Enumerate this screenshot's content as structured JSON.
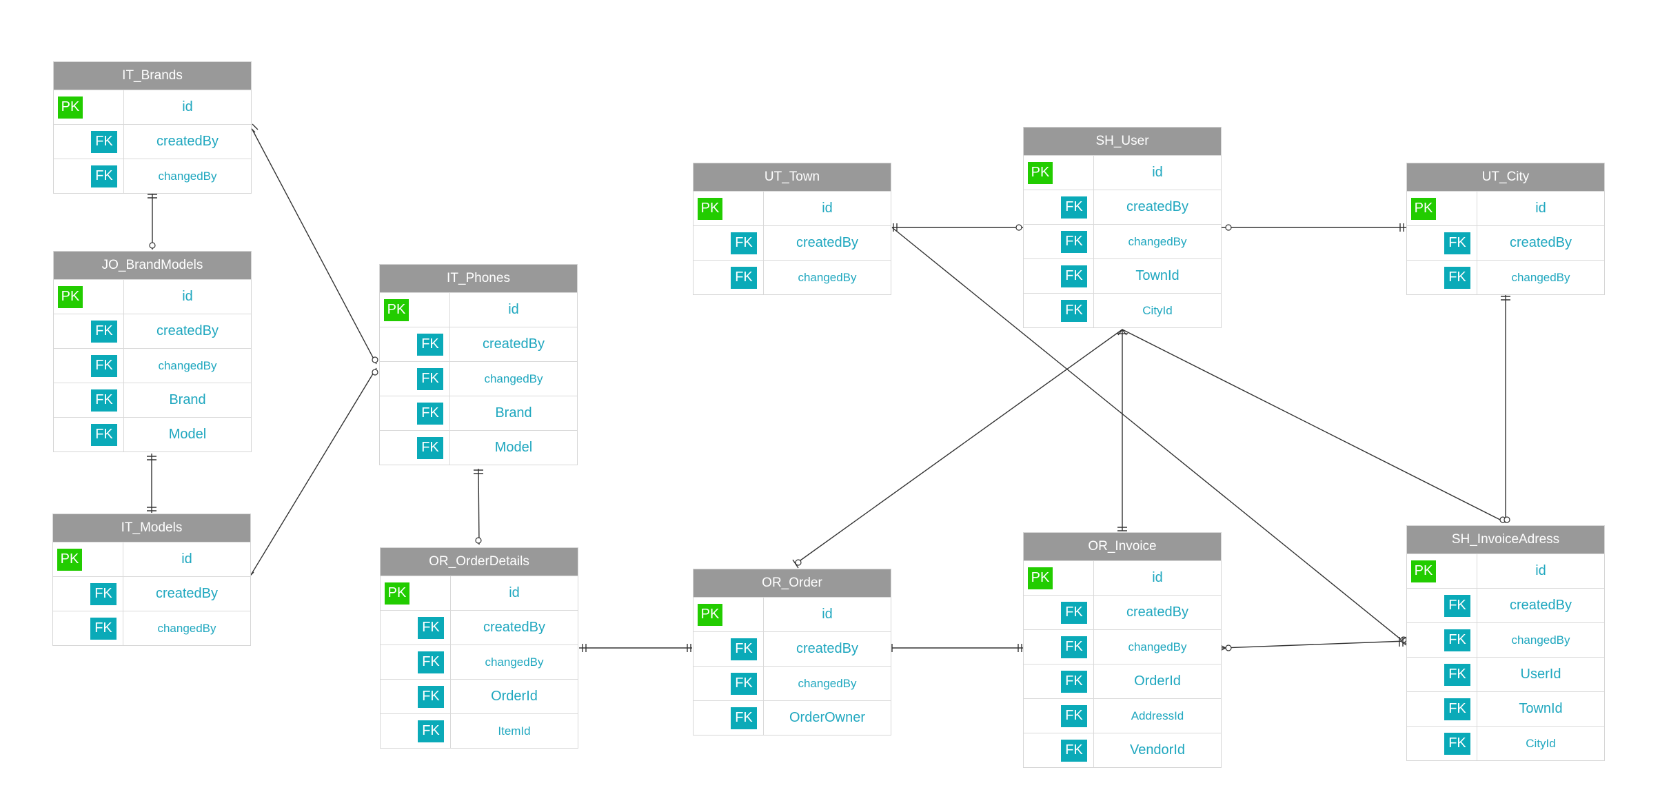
{
  "key_labels": {
    "pk": "PK",
    "fk": "FK"
  },
  "colors": {
    "header": "#999999",
    "pk": "#22cc00",
    "fk": "#0aaab8",
    "field_text": "#1fa7bf",
    "line": "#333333"
  },
  "tables": {
    "it_brands": {
      "name": "IT_Brands",
      "fields": [
        "id",
        "createdBy",
        "changedBy"
      ]
    },
    "jo_brandmodels": {
      "name": "JO_BrandModels",
      "fields": [
        "id",
        "createdBy",
        "changedBy",
        "Brand",
        "Model"
      ]
    },
    "it_models": {
      "name": "IT_Models",
      "fields": [
        "id",
        "createdBy",
        "changedBy"
      ]
    },
    "it_phones": {
      "name": "IT_Phones",
      "fields": [
        "id",
        "createdBy",
        "changedBy",
        "Brand",
        "Model"
      ]
    },
    "or_orderdetails": {
      "name": "OR_OrderDetails",
      "fields": [
        "id",
        "createdBy",
        "changedBy",
        "OrderId",
        "ItemId"
      ]
    },
    "ut_town": {
      "name": "UT_Town",
      "fields": [
        "id",
        "createdBy",
        "changedBy"
      ]
    },
    "or_order": {
      "name": "OR_Order",
      "fields": [
        "id",
        "createdBy",
        "changedBy",
        "OrderOwner"
      ]
    },
    "sh_user": {
      "name": "SH_User",
      "fields": [
        "id",
        "createdBy",
        "changedBy",
        "TownId",
        "CityId"
      ]
    },
    "or_invoice": {
      "name": "OR_Invoice",
      "fields": [
        "id",
        "createdBy",
        "changedBy",
        "OrderId",
        "AddressId",
        "VendorId"
      ]
    },
    "ut_city": {
      "name": "UT_City",
      "fields": [
        "id",
        "createdBy",
        "changedBy"
      ]
    },
    "sh_invoiceadress": {
      "name": "SH_InvoiceAdress",
      "fields": [
        "id",
        "createdBy",
        "changedBy",
        "UserId",
        "TownId",
        "CityId"
      ]
    }
  }
}
